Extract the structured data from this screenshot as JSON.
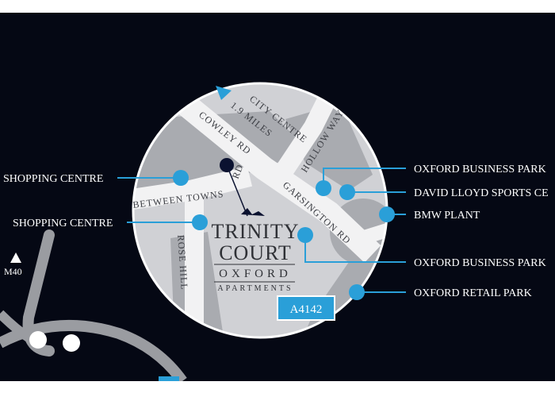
{
  "colors": {
    "background": "#050814",
    "accent": "#2a9fd8",
    "disc": "#d0d1d5",
    "road": "#f2f2f3",
    "block": "#a9abb0",
    "pin": "#0b1230",
    "label": "#ffffff"
  },
  "map": {
    "roads": {
      "cowley": "COWLEY RD",
      "between_towns_1": "BETWEEN TOWNS",
      "between_towns_2": "RD",
      "garsington": "GARSINGTON RD",
      "hollow_way": "HOLLOW WAY",
      "rose_hill": "ROSE HILL"
    },
    "city_centre": {
      "line1": "CITY CENTRE",
      "line2": "1.9 MILES"
    },
    "motorway": "M40",
    "road_badge": "A4142",
    "logo": {
      "line1": "TRINITY",
      "line2": "COURT",
      "line3": "OXFORD",
      "line4": "APARTMENTS"
    }
  },
  "legend": {
    "left": [
      {
        "label": "SHOPPING CENTRE"
      },
      {
        "label": "SHOPPING CENTRE"
      }
    ],
    "right": [
      {
        "label": "OXFORD BUSINESS PARK"
      },
      {
        "label": "DAVID LLOYD SPORTS CE"
      },
      {
        "label": "BMW PLANT"
      },
      {
        "label": "OXFORD BUSINESS PARK"
      },
      {
        "label": "OXFORD RETAIL PARK"
      }
    ]
  }
}
